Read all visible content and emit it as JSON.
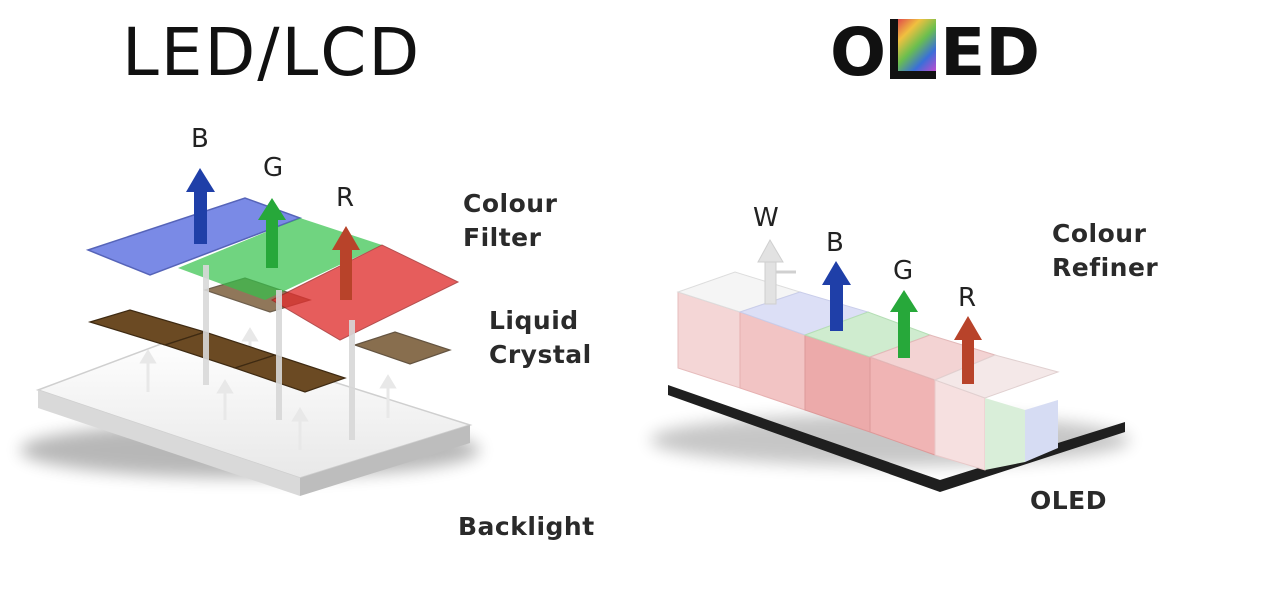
{
  "lcd": {
    "title": "LED/LCD",
    "arrows": [
      "B",
      "G",
      "R"
    ],
    "labels": {
      "colour_filter_line1": "Colour",
      "colour_filter_line2": "Filter",
      "liquid_crystal_line1": "Liquid",
      "liquid_crystal_line2": "Crystal",
      "backlight": "Backlight"
    }
  },
  "oled": {
    "title_prefix": "O",
    "title_suffix": "ED",
    "arrows": [
      "W",
      "B",
      "G",
      "R"
    ],
    "labels": {
      "colour_refiner_line1": "Colour",
      "colour_refiner_line2": "Refiner",
      "oled": "OLED"
    }
  },
  "colors": {
    "blue": "#1f3fa8",
    "green": "#27a83a",
    "red": "#b8432a",
    "white_arrow": "#d9d9d9",
    "crystal_brown": "#6b4a23"
  }
}
